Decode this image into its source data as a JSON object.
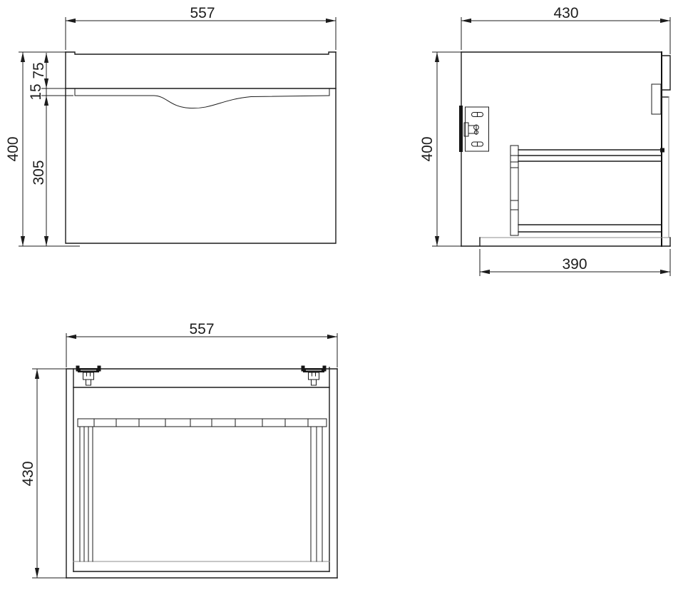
{
  "drawing": {
    "kind": "furniture-technical-drawing",
    "colors": {
      "background": "#ffffff",
      "line": "#1b1b1b",
      "light_line": "#8f8f8f"
    },
    "views": [
      {
        "id": "front",
        "dimension_values": [
          "557",
          "400",
          "75",
          "15",
          "305"
        ]
      },
      {
        "id": "side",
        "dimension_values": [
          "430",
          "400",
          "390"
        ]
      },
      {
        "id": "plan",
        "dimension_values": [
          "557",
          "430"
        ]
      }
    ]
  },
  "dims": {
    "front": {
      "width": "557",
      "height": "400",
      "drawer_front": "75",
      "gap": "15",
      "lower_panel": "305"
    },
    "side": {
      "depth": "430",
      "height": "400",
      "bottom_depth": "390"
    },
    "plan": {
      "width": "557",
      "depth": "430"
    }
  }
}
